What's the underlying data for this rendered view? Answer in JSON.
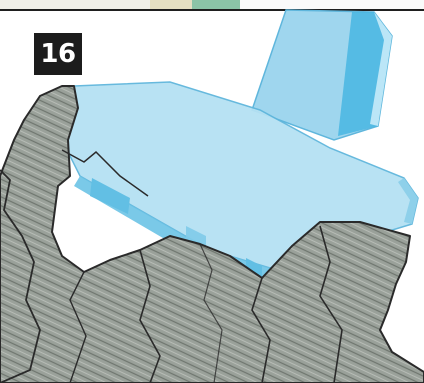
{
  "step": {
    "number": "16"
  },
  "colors": {
    "badge_background": "#1c1c1c",
    "badge_text": "#ffffff",
    "glass": "#a9dcf0",
    "glass_dark": "#3fb4e0",
    "rock": "#9aa19a",
    "rock_outline": "#2a2a2a"
  },
  "illustration": {
    "parts": [
      "transparent-blue-panel",
      "transparent-blue-fin",
      "grey-rock-formation"
    ]
  }
}
